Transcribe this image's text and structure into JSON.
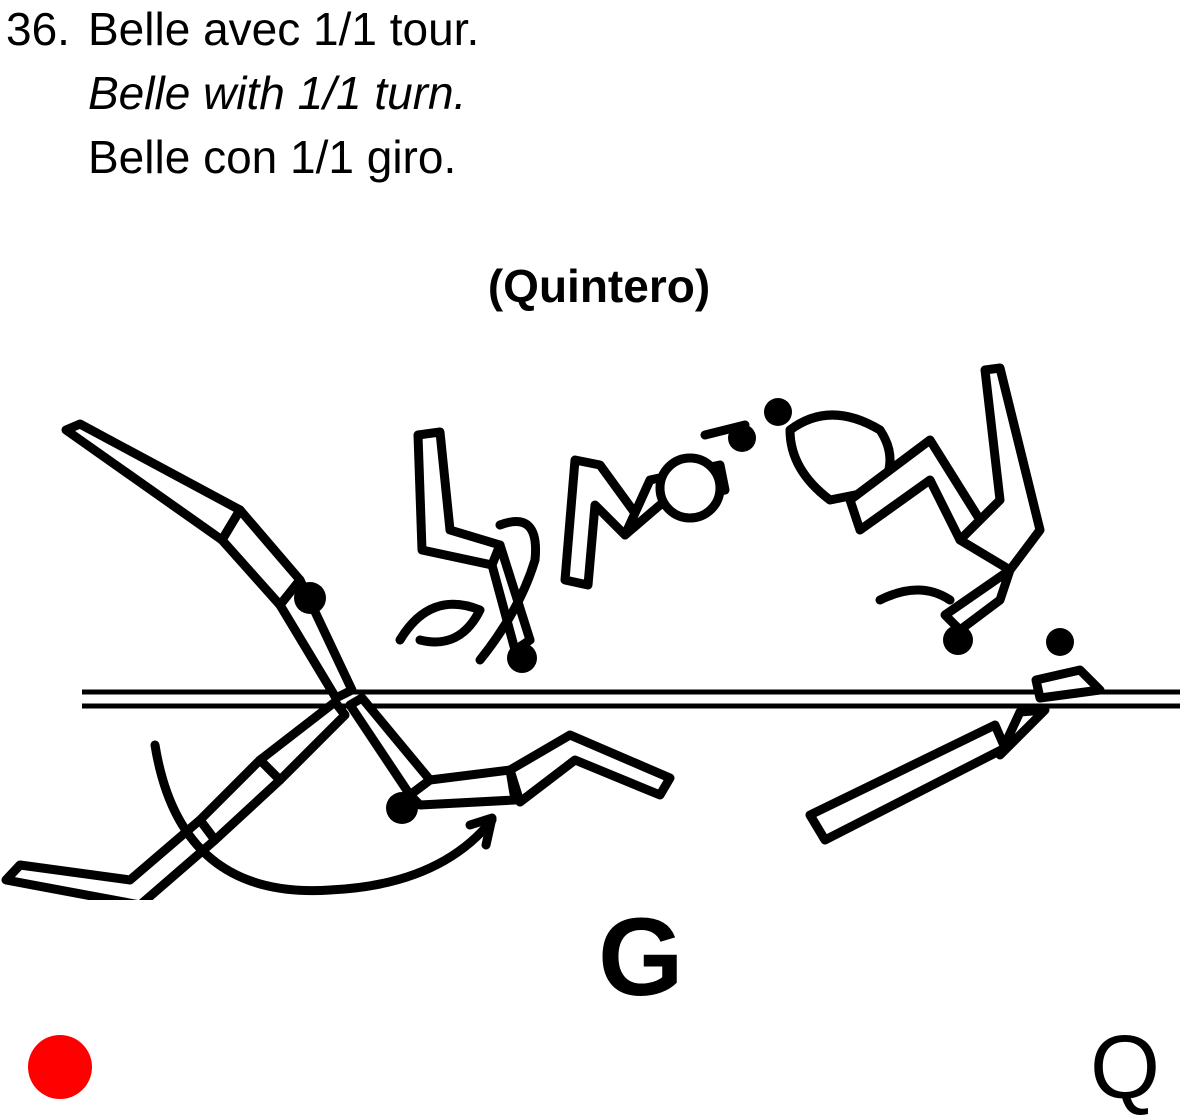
{
  "element": {
    "number": "36.",
    "name_fr": "Belle avec 1/1 tour.",
    "name_en": "Belle with 1/1 turn.",
    "name_it": "Belle con 1/1 giro.",
    "gymnast": "(Quintero)",
    "value": "G",
    "apparatus_letter": "Q"
  },
  "colors": {
    "marker": "#ff0000",
    "ink": "#000000"
  }
}
